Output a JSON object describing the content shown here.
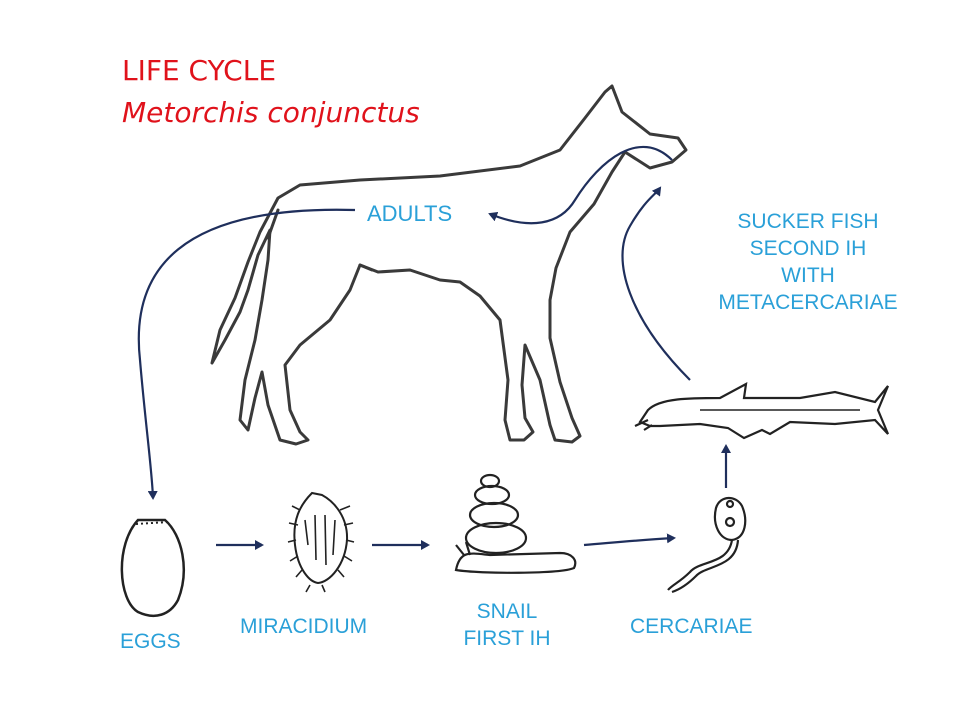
{
  "title": {
    "line1": "LIFE CYCLE",
    "line2": "Metorchis conjunctus",
    "color": "#e0121b"
  },
  "labels": {
    "adults": "ADULTS",
    "fish_line1": "SUCKER FISH",
    "fish_line2": "SECOND IH",
    "fish_line3": "WITH",
    "fish_line4": "METACERCARIAE",
    "eggs": "EGGS",
    "miracidium": "MIRACIDIUM",
    "snail_line1": "SNAIL",
    "snail_line2": "FIRST IH",
    "cercariae": "CERCARIAE",
    "color": "#2aa0d8"
  },
  "colors": {
    "arrow": "#1f2f5c",
    "outline": "#3a3a3a"
  }
}
